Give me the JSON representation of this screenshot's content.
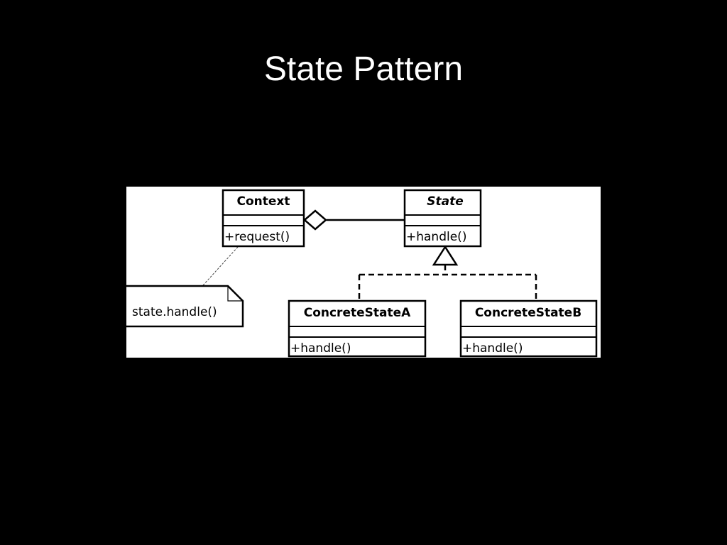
{
  "slide": {
    "title": "State Pattern"
  },
  "diagram": {
    "classes": {
      "context": {
        "name": "Context",
        "operation": "+request()"
      },
      "state": {
        "name": "State",
        "operation": "+handle()",
        "abstract": true
      },
      "concrete_a": {
        "name": "ConcreteStateA",
        "operation": "+handle()"
      },
      "concrete_b": {
        "name": "ConcreteStateB",
        "operation": "+handle()"
      }
    },
    "note": {
      "text": "state.handle()"
    },
    "relations": [
      {
        "type": "aggregation",
        "from": "Context",
        "to": "State"
      },
      {
        "type": "realization",
        "from": "ConcreteStateA",
        "to": "State"
      },
      {
        "type": "realization",
        "from": "ConcreteStateB",
        "to": "State"
      },
      {
        "type": "note-anchor",
        "from": "note",
        "to": "Context"
      }
    ],
    "colors": {
      "background": "#000000",
      "panel": "#ffffff",
      "stroke": "#000000"
    }
  }
}
